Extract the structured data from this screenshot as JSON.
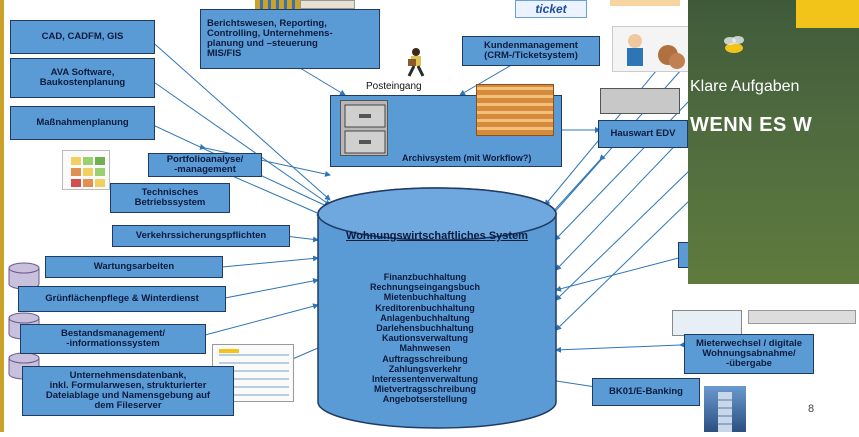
{
  "boxes": {
    "cad": "CAD, CADFM, GIS",
    "ava_line1": "AVA Software,",
    "ava_line2": "Baukostenplanung",
    "massnahmen": "Maßnahmenplanung",
    "berichts_line1": "Berichtswesen, Reporting,",
    "berichts_line2": "Controlling, Unternehmens-",
    "berichts_line3": "planung und –steuerung",
    "berichts_line4": "MIS/FIS",
    "kunden_line1": "Kundenmanagement",
    "kunden_line2": "(CRM-/Ticketsystem)",
    "hauswart": "Hauswart EDV",
    "portfolio_line1": "Portfolioanalyse/",
    "portfolio_line2": "-management",
    "technisches_line1": "Technisches",
    "technisches_line2": "Betriebssystem",
    "verkehrs": "Verkehrssicherungspflichten",
    "wartung": "Wartungsarbeiten",
    "gruenflaechen": "Grünflächenpflege & Winterdienst",
    "bestand_line1": "Bestandsmanagement/",
    "bestand_line2": "-informationssystem",
    "unternehmen_line1": "Unternehmensdatenbank,",
    "unternehmen_line2": "inkl. Formularwesen, strukturierter",
    "unternehmen_line3": "Dateiablage und Namensgebung auf",
    "unternehmen_line4": "dem Fileserver",
    "mieterwechsel_line1": "Mieterwechsel / digitale",
    "mieterwechsel_line2": "Wohnungsabnahme/",
    "mieterwechsel_line3": "-übergabe",
    "bk01": "BK01/E-Banking"
  },
  "labels": {
    "posteingang": "Posteingang",
    "archivsystem": "Archivsystem (mit Workflow?)",
    "ticket": "ticket"
  },
  "center": {
    "title": "Wohnungswirtschaftliches  System",
    "items": [
      "Finanzbuchhaltung",
      "Rechnungseingangsbuch",
      "Mietenbuchhaltung",
      "Kreditorenbuchhaltung",
      "Anlagenbuchhaltung",
      "Darlehensbuchhaltung",
      "Kautionsverwaltung",
      "Mahnwesen",
      "Auftragsschreibung",
      "Zahlungsverkehr",
      "Interessentenverwaltung",
      "Mietvertragsschreibung",
      "Angebotserstellung"
    ]
  },
  "overlay": {
    "line1": "Klare Aufgaben",
    "line2": "WENN ES W"
  },
  "page_number": "8",
  "colors": {
    "box_fill": "#5b9bd5",
    "box_border": "#1f3b64",
    "arrow": "#2e75b6",
    "accent_border": "#c9a227"
  }
}
